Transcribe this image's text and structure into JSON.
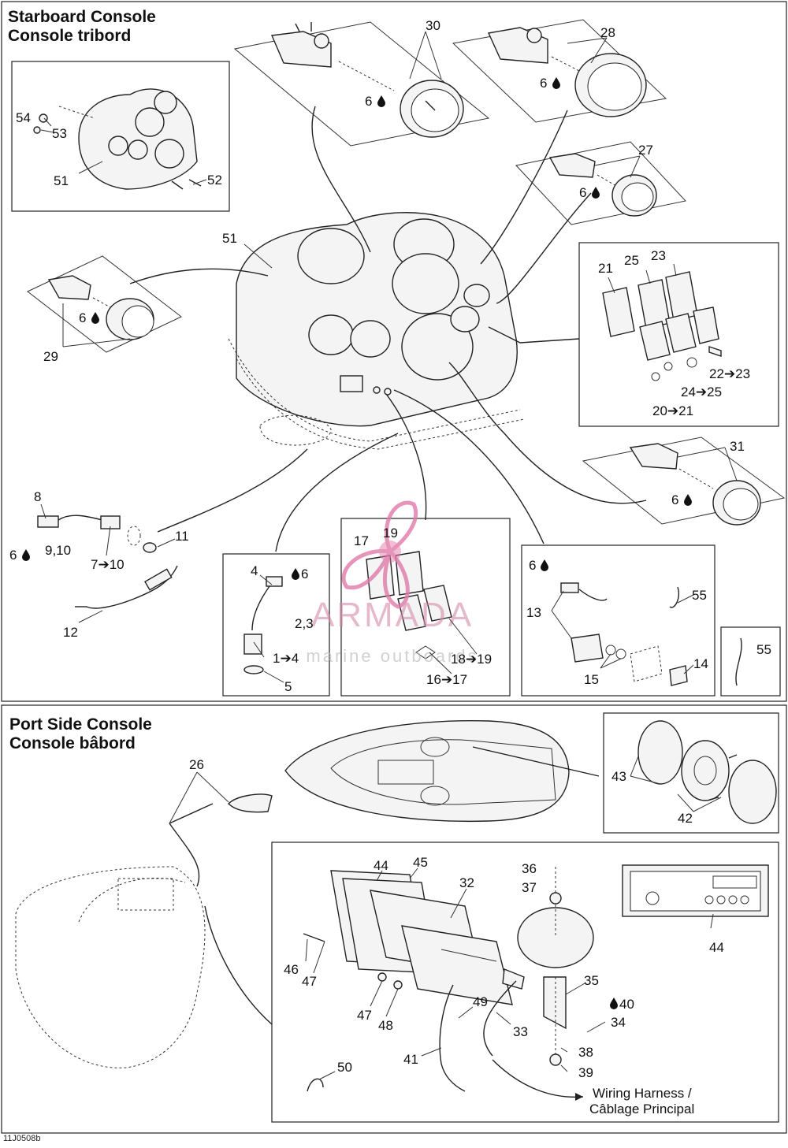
{
  "sections": {
    "starboard": {
      "title_en": "Starboard Console",
      "title_fr": "Console tribord"
    },
    "port": {
      "title_en": "Port Side Console",
      "title_fr": "Console bâbord"
    }
  },
  "callouts": {
    "c30": "30",
    "c28": "28",
    "c27": "27",
    "c6a": "6",
    "c6b": "6",
    "c6c": "6",
    "c6d": "6",
    "c6e": "6",
    "c6f": "6",
    "c6g": "6",
    "c6h": "6",
    "c54": "54",
    "c53": "53",
    "c51a": "51",
    "c52": "52",
    "c51b": "51",
    "c29": "29",
    "c21": "21",
    "c25": "25",
    "c23": "23",
    "c22_23": "22➔23",
    "c24_25": "24➔25",
    "c20_21": "20➔21",
    "c31": "31",
    "c8": "8",
    "c9_10": "9,10",
    "c7_10": "7➔10",
    "c11": "11",
    "c12": "12",
    "c4": "4",
    "c2_3": "2,3",
    "c1_4": "1➔4",
    "c5": "5",
    "c17": "17",
    "c19": "19",
    "c18_19": "18➔19",
    "c16_17": "16➔17",
    "c13": "13",
    "c55a": "55",
    "c15": "15",
    "c14": "14",
    "c55b": "55",
    "c26": "26",
    "c43": "43",
    "c42": "42",
    "c44a": "44",
    "c45": "45",
    "c32": "32",
    "c36": "36",
    "c37": "37",
    "c44b": "44",
    "c46": "46",
    "c47a": "47",
    "c47b": "47",
    "c48": "48",
    "c35": "35",
    "c40": "40",
    "c34": "34",
    "c49": "49",
    "c33": "33",
    "c38": "38",
    "c39": "39",
    "c41": "41",
    "c50": "50"
  },
  "notes": {
    "wiring_en": "Wiring Harness /",
    "wiring_fr": "Câblage Principal",
    "figure_code": "11J0508b"
  },
  "watermark": {
    "brand": "ARMADA",
    "tagline": "marine outboards",
    "logo_color": "#e07aa8"
  },
  "icons": {
    "grease": "droplet-icon",
    "logo": "propeller-logo-icon"
  }
}
